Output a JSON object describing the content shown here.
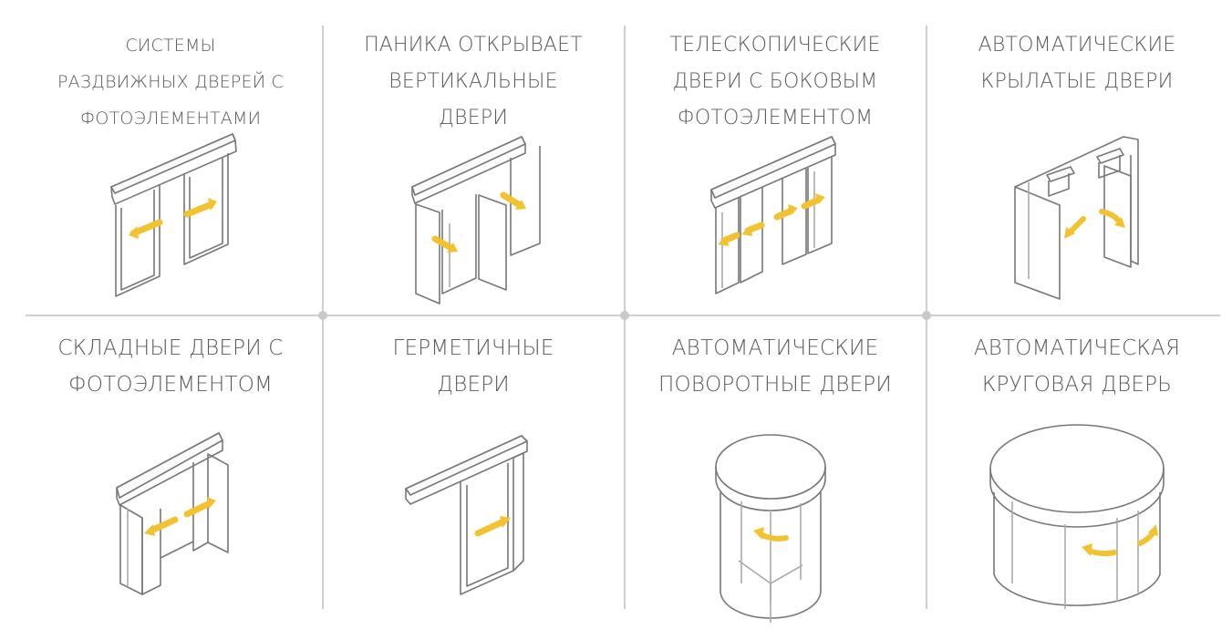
{
  "palette": {
    "line": "#777777",
    "accent": "#f2c230",
    "divider": "#cfcfcf",
    "text": "#5a5a5a"
  },
  "items": [
    {
      "lines": [
        "СИСТЕМЫ",
        "РАЗДВИЖНЫХ ДВЕРЕЙ С",
        "ФОТОЭЛЕМЕНТАМИ"
      ]
    },
    {
      "lines": [
        "ПАНИКА ОТКРЫВАЕТ",
        "ВЕРТИКАЛЬНЫЕ",
        "ДВЕРИ"
      ]
    },
    {
      "lines": [
        "ТЕЛЕСКОПИЧЕСКИЕ",
        "ДВЕРИ С БОКОВЫМ",
        "ФОТОЭЛЕМЕНТОМ"
      ]
    },
    {
      "lines": [
        "АВТОМАТИЧЕСКИЕ",
        "КРЫЛАТЫЕ ДВЕРИ"
      ]
    },
    {
      "lines": [
        "СКЛАДНЫЕ ДВЕРИ С",
        "ФОТОЭЛЕМЕНТОМ"
      ]
    },
    {
      "lines": [
        "ГЕРМЕТИЧНЫЕ",
        "ДВЕРИ"
      ]
    },
    {
      "lines": [
        "АВТОМАТИЧЕСКИЕ",
        "ПОВОРОТНЫЕ ДВЕРИ"
      ]
    },
    {
      "lines": [
        "АВТОМАТИЧЕСКАЯ",
        "КРУГОВАЯ ДВЕРЬ"
      ]
    }
  ]
}
